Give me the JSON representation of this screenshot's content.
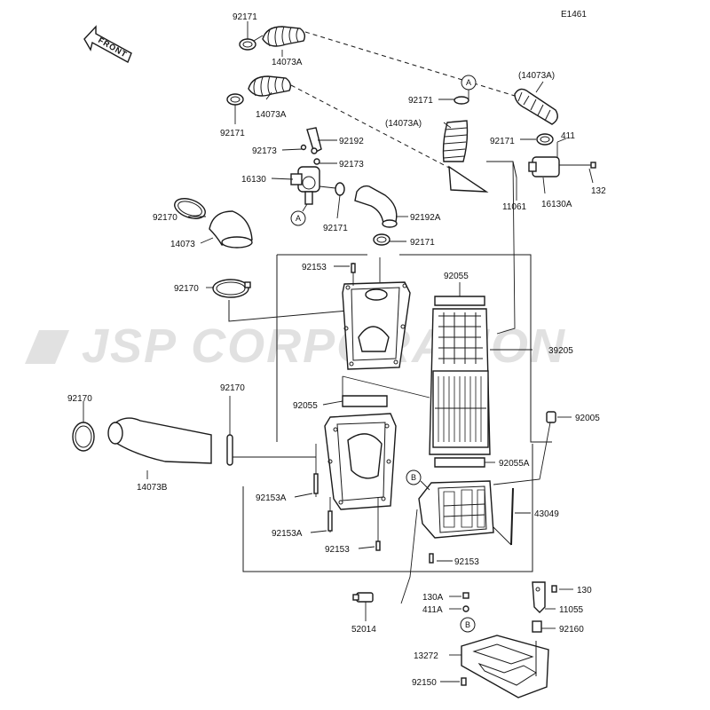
{
  "diagram_code": "E1461",
  "front_label": "FRONT",
  "watermark": "JSP CORPORATION",
  "markers": {
    "a": "A",
    "b": "B"
  },
  "labels": {
    "p92171_a": "92171",
    "p14073a_a": "14073A",
    "p14073a_b": "14073A",
    "p92171_b": "92171",
    "p14073a_paren_a": "(14073A)",
    "p92171_c": "92171",
    "p14073a_paren_b": "(14073A)",
    "p92171_d": "92171",
    "p411": "411",
    "p132": "132",
    "p11061": "11061",
    "p16130a": "16130A",
    "p92173_a": "92173",
    "p92192": "92192",
    "p92173_b": "92173",
    "p16130": "16130",
    "p92192a": "92192A",
    "p92171_e": "92171",
    "p92171_f": "92171",
    "p92170_a": "92170",
    "p14073": "14073",
    "p92170_b": "92170",
    "p92153_a": "92153",
    "p92055_a": "92055",
    "p39205": "39205",
    "p92055_b": "92055",
    "p92005": "92005",
    "p92170_c": "92170",
    "p92170_d": "92170",
    "p92055a": "92055A",
    "p14073b": "14073B",
    "p92153a_a": "92153A",
    "p43049": "43049",
    "p92153a_b": "92153A",
    "p92153_b": "92153",
    "p92153_c": "92153",
    "p130a": "130A",
    "p130": "130",
    "p411a": "411A",
    "p11055": "11055",
    "p52014": "52014",
    "p92160": "92160",
    "p13272": "13272",
    "p92150": "92150"
  }
}
